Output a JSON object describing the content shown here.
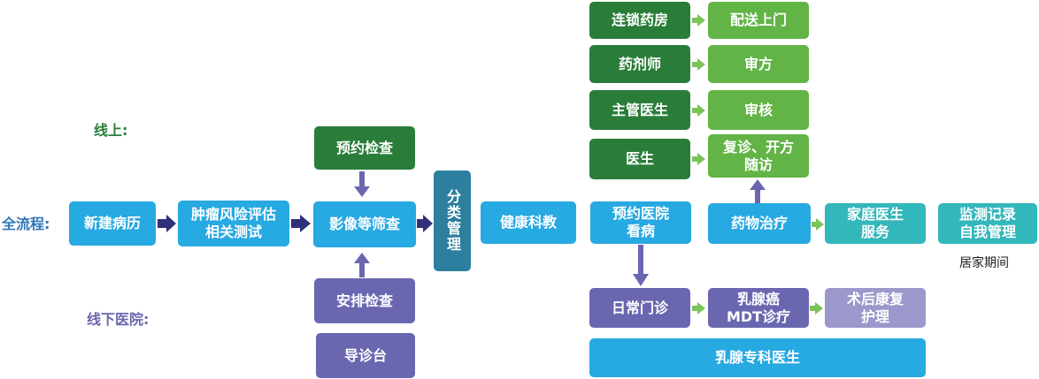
{
  "labels": {
    "online": "线上:",
    "full_process": "全流程:",
    "offline": "线下医院:"
  },
  "colors": {
    "label_online": "#2a7d39",
    "label_full": "#2e75b6",
    "label_offline": "#6a67b0",
    "blue": "#27a9e1",
    "dark_green": "#2a7d39",
    "light_green": "#62b446",
    "purple": "#6a67b0",
    "light_purple": "#9b98cb",
    "teal": "#32b7bb",
    "steel": "#2c7f9f",
    "arrow_navy": "#30307a",
    "arrow_green": "#7cc35a"
  },
  "main_flow": {
    "new_record": "新建病历",
    "risk_assessment": "肿瘤风险评估\n相关测试",
    "imaging_screening": "影像等筛查",
    "classify_manage": "分类管理",
    "health_education": "健康科教",
    "book_hospital": "预约医院\n看病",
    "drug_treatment": "药物治疗",
    "family_doctor": "家庭医生\n服务",
    "self_monitoring": "监测记录\n自我管理"
  },
  "imaging_inputs": {
    "book_exam": "预约检查",
    "arrange_exam": "安排检查",
    "triage_desk": "导诊台"
  },
  "online_chain": [
    {
      "role": "连锁药房",
      "action": "配送上门"
    },
    {
      "role": "药剂师",
      "action": "审方"
    },
    {
      "role": "主管医生",
      "action": "审核"
    },
    {
      "role": "医生",
      "action": "复诊、开方\n随访"
    }
  ],
  "offline_chain": {
    "outpatient": "日常门诊",
    "mdt": "乳腺癌\nMDT诊疗",
    "rehab": "术后康复\n护理",
    "specialist": "乳腺专科医生"
  },
  "home_period": "居家期间"
}
